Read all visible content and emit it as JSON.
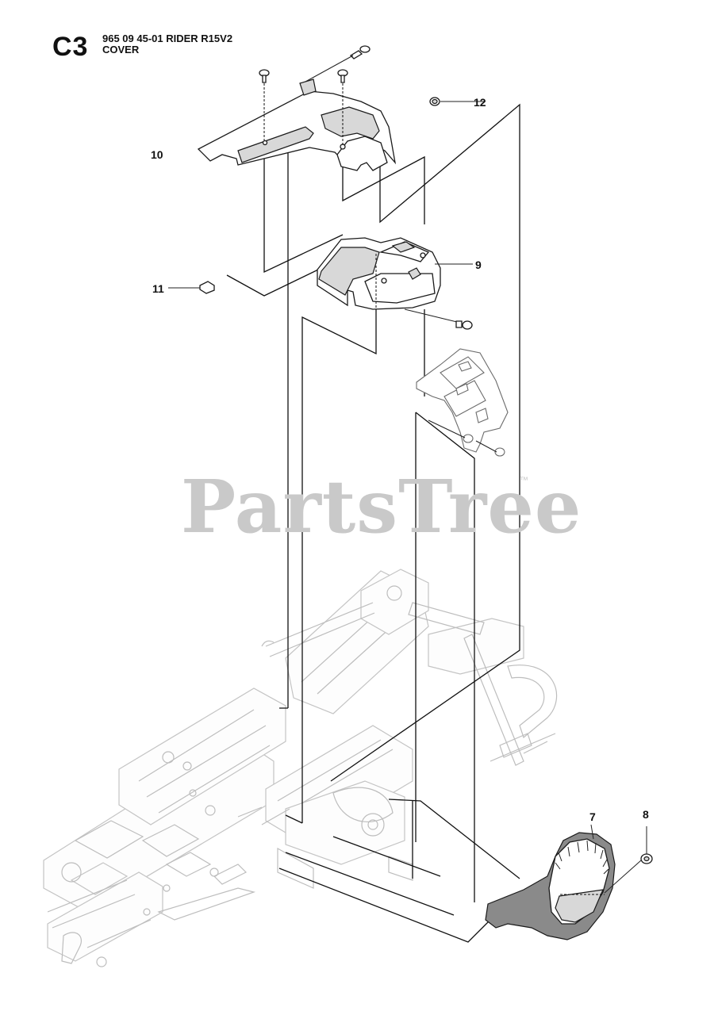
{
  "header": {
    "section_code": "C3",
    "title_line1": "965 09 45-01 RIDER R15V2",
    "title_line2": "COVER"
  },
  "watermark": {
    "text": "PartsTree",
    "trademark": "™"
  },
  "callouts": [
    "12",
    "10",
    "9",
    "11",
    "7",
    "8"
  ]
}
